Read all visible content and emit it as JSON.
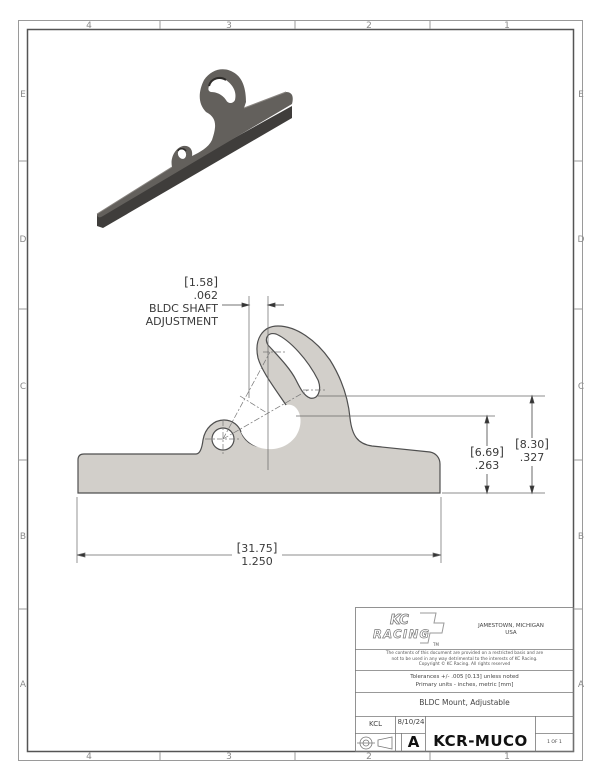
{
  "drawing": {
    "type": "engineering-drawing",
    "border": {
      "columns": [
        "4",
        "3",
        "2",
        "1"
      ],
      "rows": [
        "E",
        "D",
        "C",
        "B",
        "A"
      ]
    },
    "views": {
      "isometric": {
        "label": "isometric-3d-view",
        "color": "#5a5855"
      },
      "front": {
        "label": "front-view",
        "fill": "#cfccc8",
        "stroke": "#555555"
      }
    },
    "dimensions": {
      "shaft_adjustment": {
        "metric": "1.58",
        "inch": ".062",
        "note_line1": "BLDC SHAFT",
        "note_line2": "ADJUSTMENT"
      },
      "height_small": {
        "metric": "6.69",
        "inch": ".263"
      },
      "height_large": {
        "metric": "8.30",
        "inch": ".327"
      },
      "overall_width": {
        "metric": "31.75",
        "inch": "1.250"
      }
    }
  },
  "title_block": {
    "logo": {
      "line1": "KC",
      "line2": "RACING",
      "tm": "TM"
    },
    "location_line1": "JAMESTOWN, MICHIGAN",
    "location_line2": "USA",
    "confidentiality_line1": "The contents of this document are provided on a restricted basis and are",
    "confidentiality_line2": "not to be used in any way detrimental to the interests of KC Racing.",
    "confidentiality_line3": "Copyright © KC Racing. All rights reserved",
    "tolerances": "Tolerances +/- .005 [0.13] unless noted",
    "units": "Primary units - inches, metric [mm]",
    "title": "BLDC Mount, Adjustable",
    "drawn_by": "KCL",
    "date": "8/10/24",
    "projection_icon": "third-angle-projection-icon",
    "size": "A",
    "part_number": "KCR-MUCO",
    "sheet": "1 OF 1"
  }
}
